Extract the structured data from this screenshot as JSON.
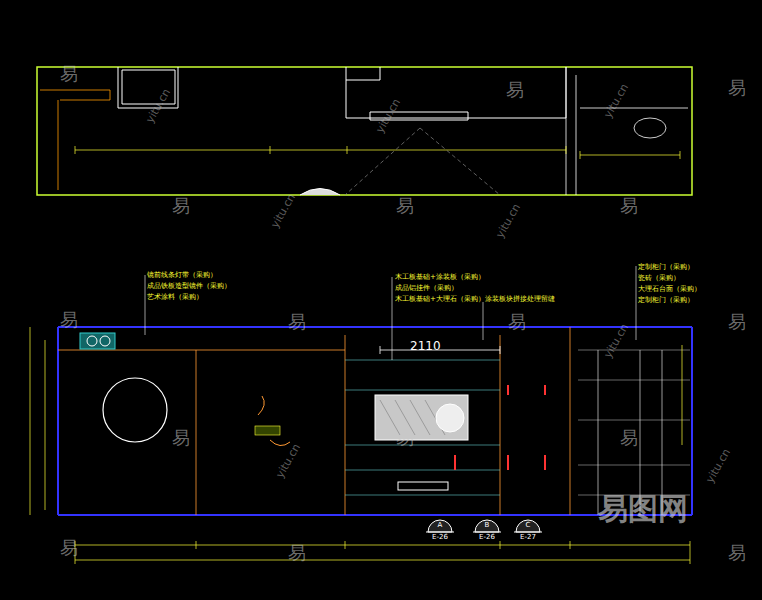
{
  "diagram": {
    "nodes": [
      {
        "text": [
          "A",
          "E-26"
        ]
      },
      {
        "text": [
          "B",
          "E-26"
        ]
      },
      {
        "text": [
          "C",
          "E-27"
        ]
      }
    ],
    "labels": [
      "镜前线条灯带（采购）",
      "成品铁板造型镜件（采购）",
      "艺术涂料（采购）",
      "木工板基础+涂装板（采购）",
      "成品铝挂件（采购）",
      "木工板基础+大理石（采购）",
      "涂装板块拼接处理留缝",
      "定制柜门（采购）",
      "瓷砖（采购）",
      "大理石台面（采购）",
      "定制柜门（采购）",
      "2110",
      "易",
      "易",
      "易",
      "易",
      "易",
      "易",
      "易",
      "易",
      "易",
      "易",
      "易",
      "易",
      "易",
      "易",
      "易",
      "易",
      "yitu.cn",
      "yitu.cn",
      "yitu.cn",
      "yitu.cn",
      "yitu.cn",
      "yitu.cn",
      "yitu.cn",
      "yitu.cn",
      "易图网"
    ]
  }
}
